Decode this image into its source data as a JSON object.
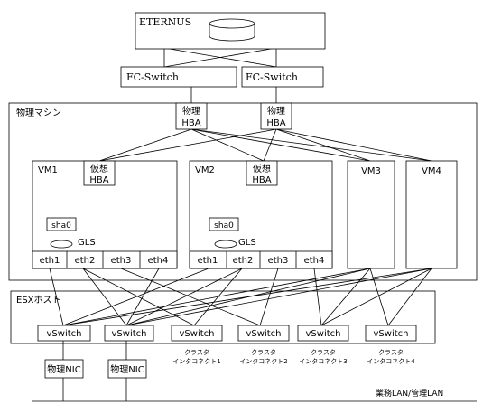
{
  "storage": {
    "label": "ETERNUS"
  },
  "fc_switches": [
    {
      "label": "FC-Switch"
    },
    {
      "label": "FC-Switch"
    }
  ],
  "physical_machine": {
    "label": "物理マシン"
  },
  "physical_hbas": [
    {
      "line1": "物理",
      "line2": "HBA"
    },
    {
      "line1": "物理",
      "line2": "HBA"
    }
  ],
  "vms": [
    {
      "label": "VM1",
      "vhba_line1": "仮想",
      "vhba_line2": "HBA",
      "sha": "sha0",
      "gls": "GLS",
      "eths": [
        "eth1",
        "eth2",
        "eth3",
        "eth4"
      ]
    },
    {
      "label": "VM2",
      "vhba_line1": "仮想",
      "vhba_line2": "HBA",
      "sha": "sha0",
      "gls": "GLS",
      "eths": [
        "eth1",
        "eth2",
        "eth3",
        "eth4"
      ]
    },
    {
      "label": "VM3"
    },
    {
      "label": "VM4"
    }
  ],
  "esx_host": {
    "label": "ESXホスト"
  },
  "vswitches": [
    "vSwitch",
    "vSwitch",
    "vSwitch",
    "vSwitch",
    "vSwitch",
    "vSwitch"
  ],
  "interconnects": [
    {
      "line1": "クラスタ",
      "line2": "インタコネクト1"
    },
    {
      "line1": "クラスタ",
      "line2": "インタコネクト2"
    },
    {
      "line1": "クラスタ",
      "line2": "インタコネクト3"
    },
    {
      "line1": "クラスタ",
      "line2": "インタコネクト4"
    }
  ],
  "physical_nics": [
    "物理NIC",
    "物理NIC"
  ],
  "lan": {
    "label": "業務LAN/管理LAN"
  }
}
